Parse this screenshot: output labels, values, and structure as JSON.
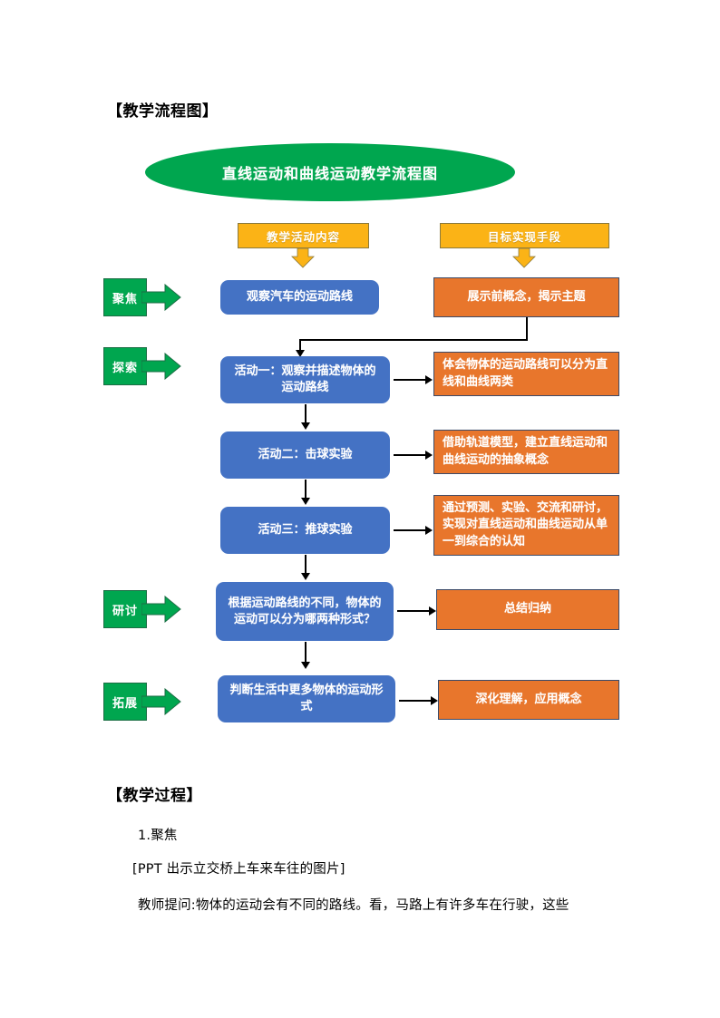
{
  "document": {
    "sections": [
      {
        "id": "flowchart_heading",
        "text": "【教学流程图】"
      },
      {
        "id": "process_heading",
        "text": "【教学过程】"
      }
    ],
    "body_lines": [
      "1.聚焦",
      "[PPT 出示立交桥上车来车往的图片]",
      "教师提问:物体的运动会有不同的路线。看，马路上有许多车在行驶，这些"
    ]
  },
  "flowchart": {
    "title": "直线运动和曲线运动教学流程图",
    "column_headers": [
      {
        "id": "activity_content",
        "label": "教学活动内容"
      },
      {
        "id": "goal_means",
        "label": "目标实现手段"
      }
    ],
    "stages": [
      {
        "id": "focus",
        "label": "聚焦"
      },
      {
        "id": "explore",
        "label": "探索"
      },
      {
        "id": "discuss",
        "label": "研讨"
      },
      {
        "id": "extend",
        "label": "拓展"
      }
    ],
    "activities": [
      {
        "id": "a0",
        "text": "观察汽车的运动路线"
      },
      {
        "id": "a1",
        "text": "活动一：观察并描述物体的运动路线"
      },
      {
        "id": "a2",
        "text": "活动二：击球实验"
      },
      {
        "id": "a3",
        "text": "活动三：推球实验"
      },
      {
        "id": "a4",
        "text": "根据运动路线的不同，物体的运动可以分为哪两种形式？"
      },
      {
        "id": "a5",
        "text": "判断生活中更多物体的运动形式"
      }
    ],
    "outcomes": [
      {
        "id": "o0",
        "text": "展示前概念，揭示主题"
      },
      {
        "id": "o1",
        "text": "体会物体的运动路线可以分为直线和曲线两类"
      },
      {
        "id": "o2",
        "text": "借助轨道模型，建立直线运动和曲线运动的抽象概念"
      },
      {
        "id": "o3",
        "text": "通过预测、实验、交流和研讨，实现对直线运动和曲线运动从单一到综合的认知"
      },
      {
        "id": "o4",
        "text": "总结归纳"
      },
      {
        "id": "o5",
        "text": "深化理解，应用概念"
      }
    ],
    "colors": {
      "title_fill": "#00A64F",
      "header_fill": "#FBB316",
      "activity_fill": "#4472C4",
      "outcome_fill": "#E8762C",
      "stage_fill": "#00A64F",
      "connector": "#000000"
    }
  }
}
